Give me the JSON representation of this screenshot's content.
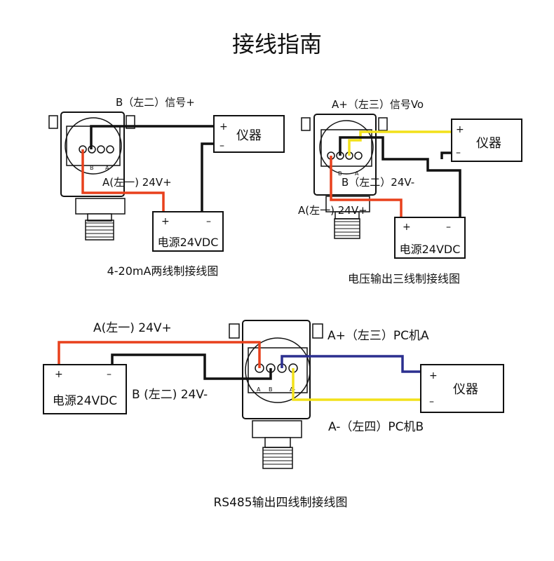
{
  "title": "接线指南",
  "d1": {
    "caption": "4-20mA两线制接线图",
    "label_top": "B（左二）信号+",
    "label_mid": "A(左一) 24V+",
    "instrument": "仪器",
    "power": "电源24VDC",
    "term_b": "B",
    "term_a": "A",
    "plus": "+",
    "minus": "–"
  },
  "d2": {
    "caption": "电压输出三线制接线图",
    "label_top": "A+（左三）信号Vo",
    "label_b": "B（左二）24V-",
    "label_a": "A(左一) 24V+",
    "instrument": "仪器",
    "power": "电源24VDC",
    "term_b": "B",
    "term_a": "A",
    "plus": "+",
    "minus": "–"
  },
  "d3": {
    "caption": "RS485输出四线制接线图",
    "label_a": "A(左一) 24V+",
    "label_b": "B (左二) 24V-",
    "label_ap": "A+（左三）PC机A",
    "label_am": "A-（左四）PC机B",
    "instrument": "仪器",
    "power": "电源24VDC",
    "term_a": "A",
    "term_b": "B",
    "term_am": "A-",
    "plus": "+",
    "minus": "–"
  },
  "colors": {
    "red": "#e8401c",
    "black": "#111111",
    "yellow": "#f2e11a",
    "blue": "#2b2f8f"
  }
}
